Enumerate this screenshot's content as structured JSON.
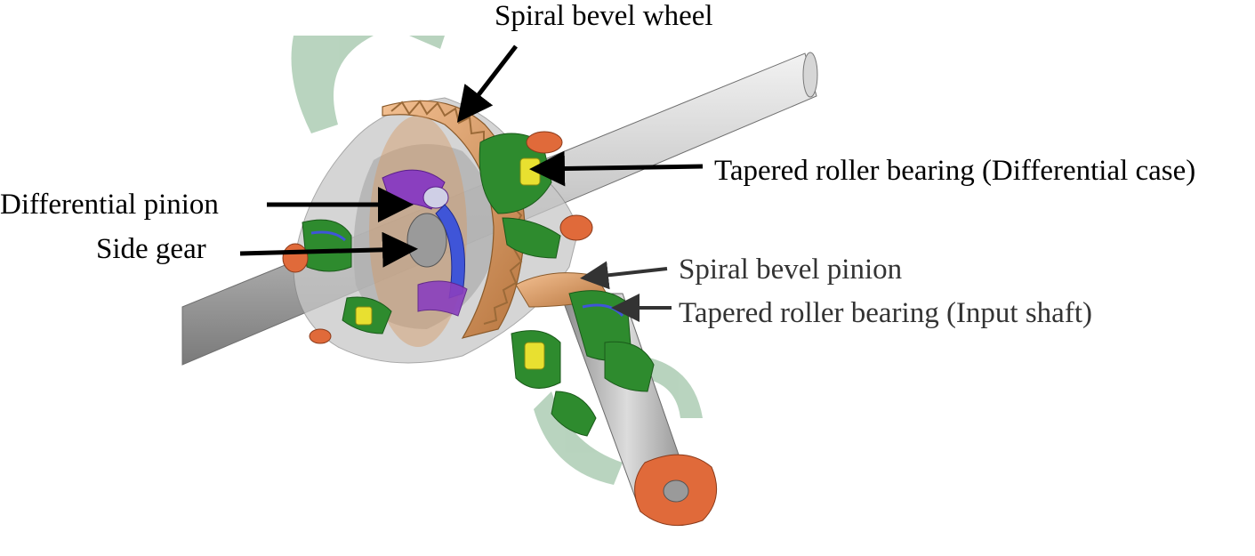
{
  "labels": {
    "spiral_bevel_wheel": "Spiral bevel wheel",
    "tapered_bearing_case": "Tapered roller bearing (Differential case)",
    "differential_pinion": "Differential pinion",
    "side_gear": "Side gear",
    "spiral_bevel_pinion": "Spiral bevel pinion",
    "tapered_bearing_input": "Tapered roller bearing (Input shaft)"
  },
  "colors": {
    "shaft": "#b8b8b8",
    "housing": "#8fbf9a",
    "bearing": "#2e8b2e",
    "bevel_gear": "#e0a070",
    "flange": "#e06a3a",
    "pinion_purple": "#8a3fbf",
    "roller_yellow": "#e8e030",
    "arrow": "#000000"
  }
}
